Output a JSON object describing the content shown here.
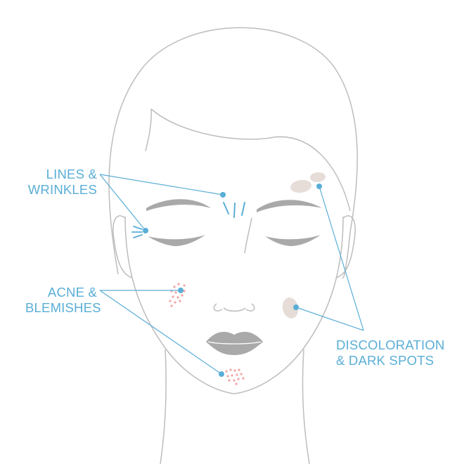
{
  "labels": {
    "lines_wrinkles": {
      "line1": "LINES &",
      "line2": "WRINKLES"
    },
    "acne_blemishes": {
      "line1": "ACNE &",
      "line2": "BLEMISHES"
    },
    "discoloration": {
      "line1": "DISCOLORATION",
      "line2": "& DARK SPOTS"
    }
  },
  "colors": {
    "outline": "#bdbdbd",
    "accent": "#5aaed6",
    "brow": "#a9a9a9",
    "lips": "#a9a9a9",
    "spot": "#e6dcd8",
    "acne": "#f2a5a5"
  }
}
